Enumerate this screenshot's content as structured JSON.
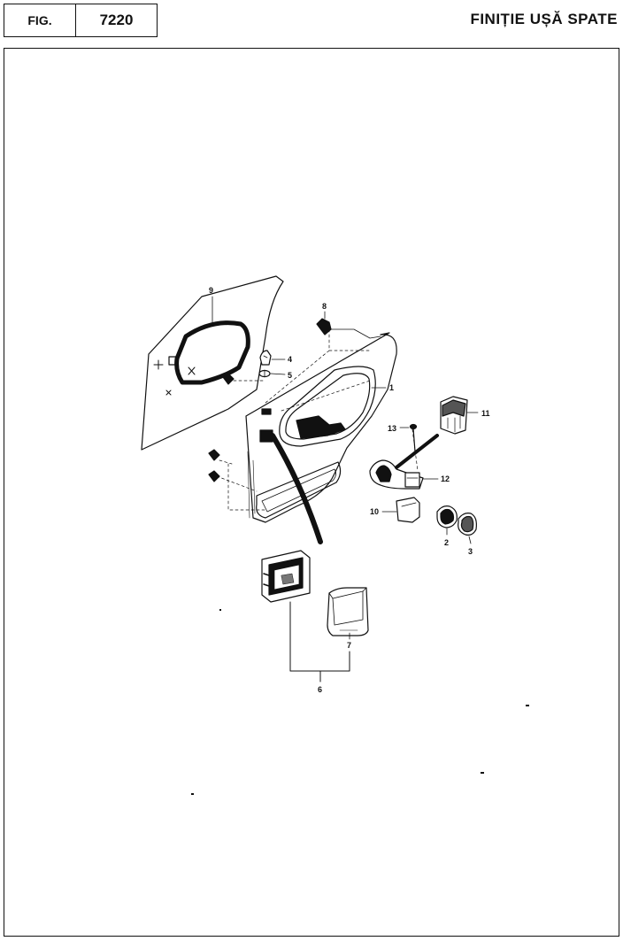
{
  "header": {
    "fig_label": "FIG.",
    "fig_number": "7220",
    "title": "FINIȚIE UȘĂ SPATE"
  },
  "callouts": {
    "c1": "1",
    "c2": "2",
    "c3": "3",
    "c4": "4",
    "c5": "5",
    "c6": "6",
    "c7": "7",
    "c8": "8",
    "c9": "9",
    "c10": "10",
    "c11": "11",
    "c12": "12",
    "c13": "13"
  }
}
